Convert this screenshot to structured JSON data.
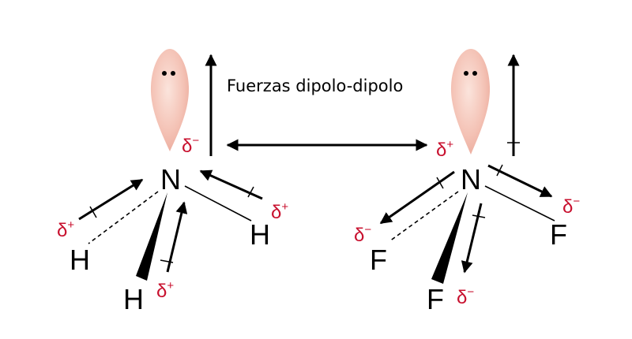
{
  "caption": "Fuerzas dipolo-dipolo",
  "colors": {
    "partial_charge": "#c8102e",
    "lone_pair_fill": "#f2b8aa",
    "bond": "#000000"
  },
  "molecules": [
    {
      "name": "NH3",
      "central_atom": "N",
      "central_charge": "δ",
      "central_charge_sign": "−",
      "substituents": [
        {
          "atom": "H",
          "charge": "δ",
          "sign": "+"
        },
        {
          "atom": "H",
          "charge": "δ",
          "sign": "+"
        },
        {
          "atom": "H",
          "charge": "δ",
          "sign": "+"
        }
      ]
    },
    {
      "name": "NF3",
      "central_atom": "N",
      "central_charge": "δ",
      "central_charge_sign": "+",
      "substituents": [
        {
          "atom": "F",
          "charge": "δ",
          "sign": "−"
        },
        {
          "atom": "F",
          "charge": "δ",
          "sign": "−"
        },
        {
          "atom": "F",
          "charge": "δ",
          "sign": "−"
        }
      ]
    }
  ]
}
